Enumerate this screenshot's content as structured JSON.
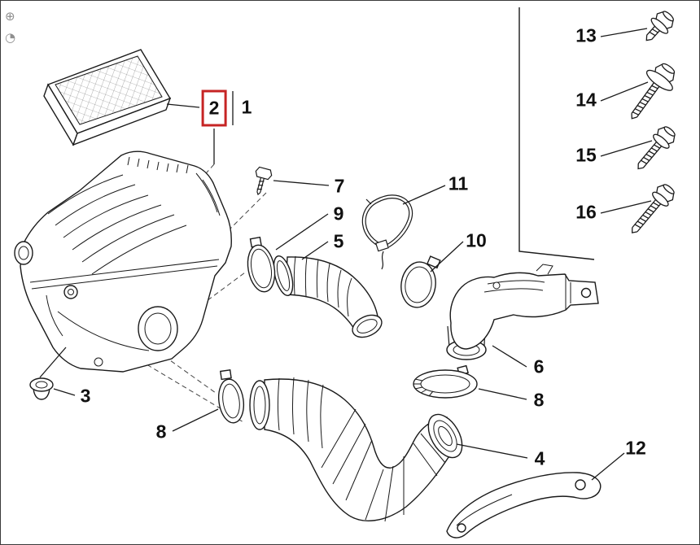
{
  "colors": {
    "line": "#1a1a1a",
    "highlight_box": "#c62424",
    "background": "#ffffff"
  },
  "toolbar": {
    "icons": [
      {
        "name": "magnifier-icon",
        "glyph": "⊕"
      },
      {
        "name": "rotate-view-icon",
        "glyph": "◔"
      }
    ]
  },
  "labels": {
    "n1": "1",
    "n2": "2",
    "n3": "3",
    "n4": "4",
    "n5": "5",
    "n6": "6",
    "n7": "7",
    "n8a": "8",
    "n8b": "8",
    "n9": "9",
    "n10": "10",
    "n11": "11",
    "n12": "12",
    "n13": "13",
    "n14": "14",
    "n15": "15",
    "n16": "16"
  }
}
